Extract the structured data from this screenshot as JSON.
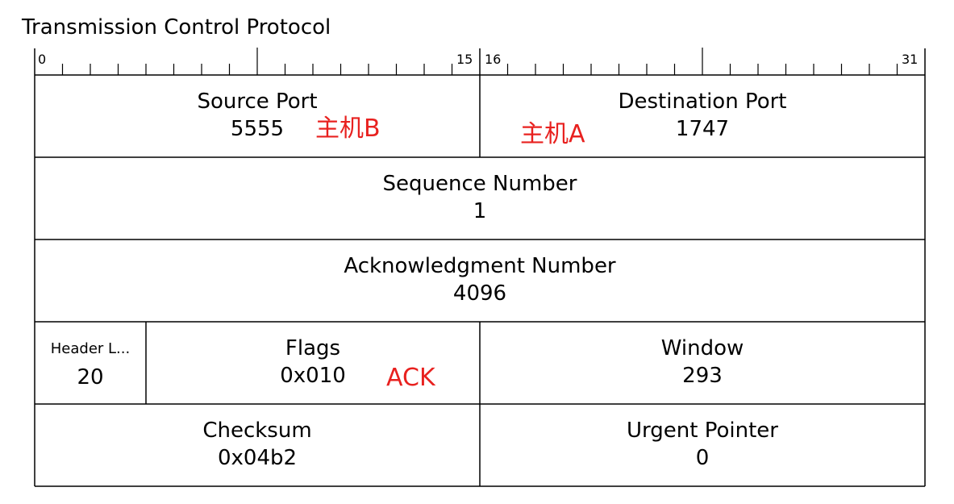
{
  "title": "Transmission Control Protocol",
  "ruler": {
    "labels": [
      "0",
      "15",
      "16",
      "31"
    ]
  },
  "fields": {
    "source_port": {
      "label": "Source Port",
      "value": "5555"
    },
    "destination_port": {
      "label": "Destination Port",
      "value": "1747"
    },
    "sequence_number": {
      "label": "Sequence Number",
      "value": "1"
    },
    "acknowledgment_number": {
      "label": "Acknowledgment Number",
      "value": "4096"
    },
    "header_length": {
      "label": "Header L...",
      "value": "20"
    },
    "flags": {
      "label": "Flags",
      "value": "0x010"
    },
    "window": {
      "label": "Window",
      "value": "293"
    },
    "checksum": {
      "label": "Checksum",
      "value": "0x04b2"
    },
    "urgent_pointer": {
      "label": "Urgent Pointer",
      "value": "0"
    }
  },
  "annotations": {
    "source_host": "主机B",
    "destination_host": "主机A",
    "flags_note": "ACK"
  },
  "colors": {
    "annotation": "#e8211f",
    "lines": "#000000"
  }
}
